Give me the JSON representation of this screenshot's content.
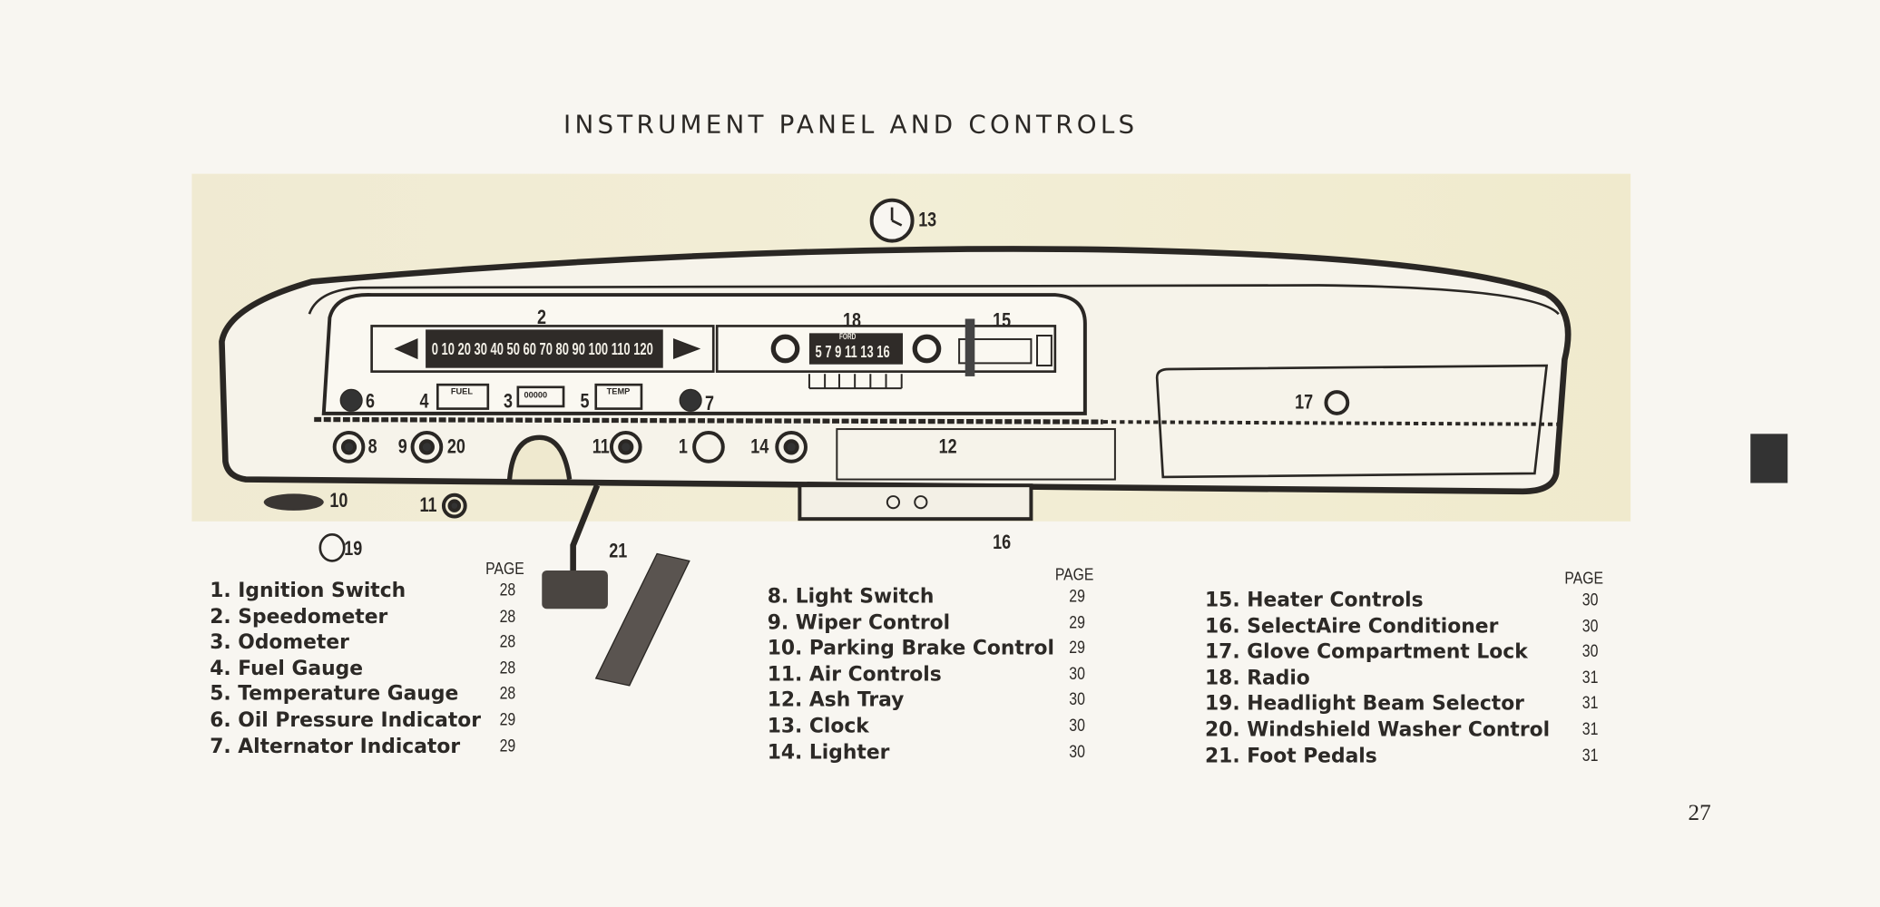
{
  "title": "INSTRUMENT PANEL AND CONTROLS",
  "page_number": "27",
  "diagram": {
    "speedometer_scale": "0 10 20 30 40 50 60 70 80 90 100 110 120",
    "radio_scale": "5 7 9 11 13 16",
    "radio_brand": "FORD",
    "fuel_label": "FUEL",
    "temp_label": "TEMP",
    "odometer": "00000",
    "callouts": [
      "2",
      "18",
      "15",
      "13",
      "6",
      "4",
      "3",
      "5",
      "7",
      "8",
      "9",
      "20",
      "11",
      "1",
      "14",
      "12",
      "17",
      "10",
      "11",
      "19",
      "21",
      "16"
    ]
  },
  "legend": {
    "page_header": "PAGE",
    "columns": [
      {
        "items": [
          {
            "label": "1. Ignition Switch",
            "page": "28"
          },
          {
            "label": "2. Speedometer",
            "page": "28"
          },
          {
            "label": "3. Odometer",
            "page": "28"
          },
          {
            "label": "4. Fuel Gauge",
            "page": "28"
          },
          {
            "label": "5. Temperature Gauge",
            "page": "28"
          },
          {
            "label": "6. Oil Pressure Indicator",
            "page": "29"
          },
          {
            "label": "7. Alternator Indicator",
            "page": "29"
          }
        ]
      },
      {
        "items": [
          {
            "label": "8. Light Switch",
            "page": "29"
          },
          {
            "label": "9. Wiper Control",
            "page": "29"
          },
          {
            "label": "10. Parking Brake Control",
            "page": "29"
          },
          {
            "label": "11. Air Controls",
            "page": "30"
          },
          {
            "label": "12. Ash Tray",
            "page": "30"
          },
          {
            "label": "13. Clock",
            "page": "30"
          },
          {
            "label": "14. Lighter",
            "page": "30"
          }
        ]
      },
      {
        "items": [
          {
            "label": "15. Heater Controls",
            "page": "30"
          },
          {
            "label": "16. SelectAire Conditioner",
            "page": "30"
          },
          {
            "label": "17. Glove Compartment Lock",
            "page": "30"
          },
          {
            "label": "18. Radio",
            "page": "31"
          },
          {
            "label": "19. Headlight Beam Selector",
            "page": "31"
          },
          {
            "label": "20. Windshield Washer Control",
            "page": "31"
          },
          {
            "label": "21. Foot Pedals",
            "page": "31"
          }
        ]
      }
    ]
  }
}
